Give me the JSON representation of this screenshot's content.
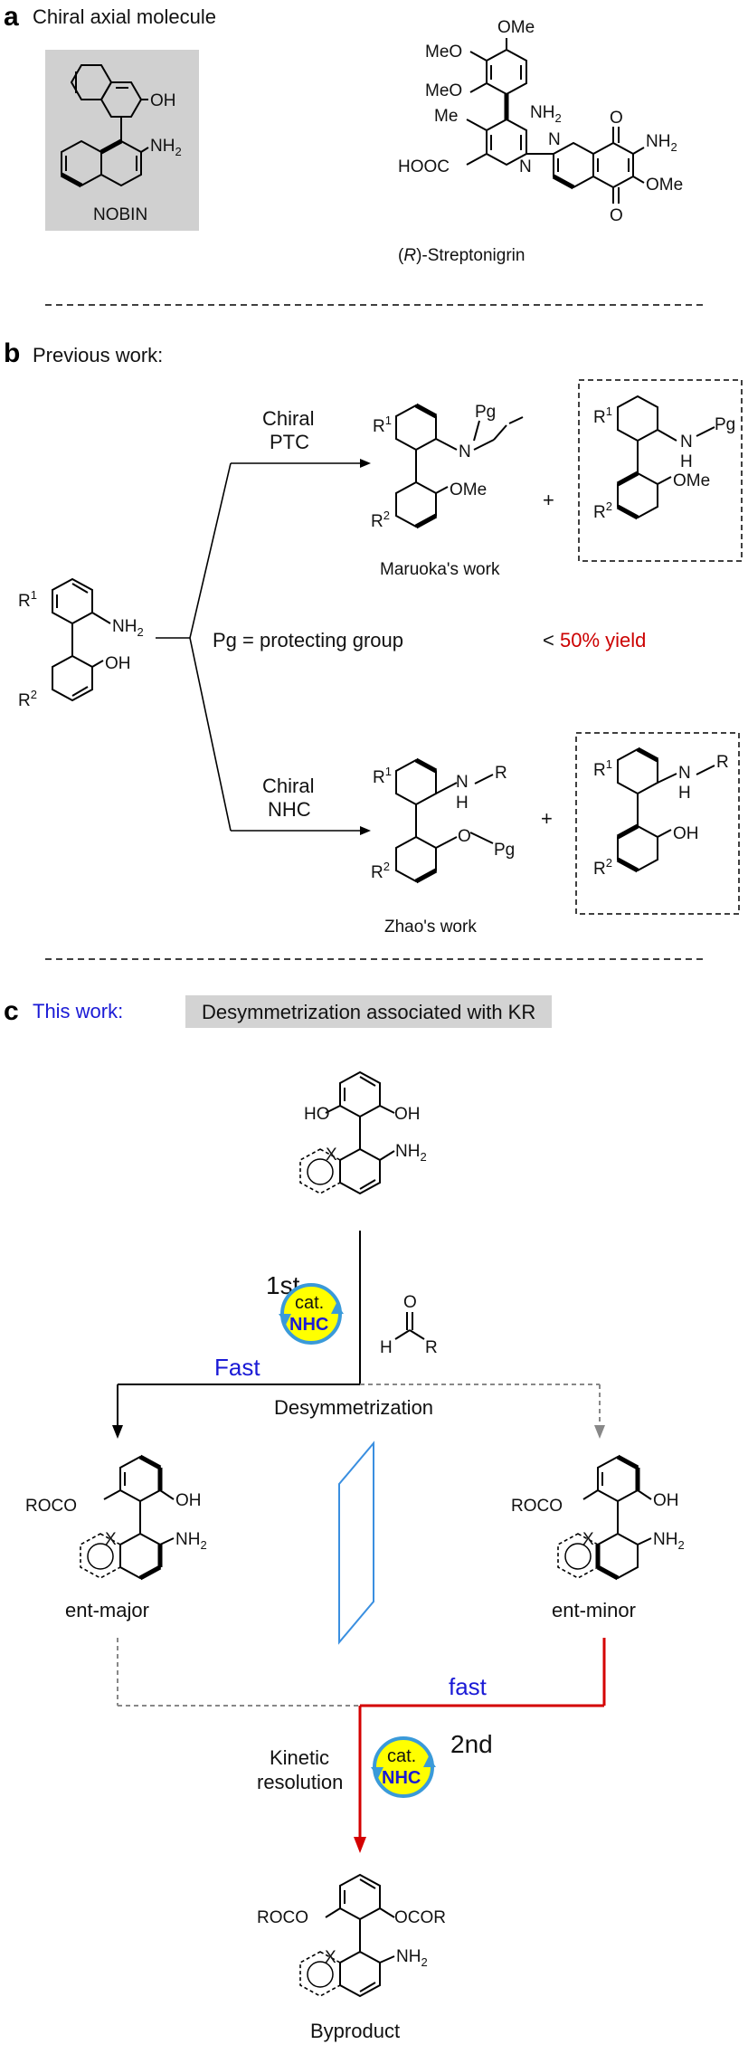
{
  "panel_a": {
    "letter": "a",
    "title": "Chiral axial molecule",
    "nobin": {
      "name": "NOBIN",
      "oh": "OH",
      "nh2": "NH2"
    },
    "streptonigrin": {
      "name_prefix": "(",
      "name_italic": "R",
      "name_suffix": ")-Streptonigrin",
      "ome": "OMe",
      "meo": "MeO",
      "me": "Me",
      "nh2": "NH2",
      "hooc": "HOOC",
      "n": "N",
      "o": "O"
    }
  },
  "panel_b": {
    "letter": "b",
    "title": "Previous work:",
    "reagent_top_line1": "Chiral",
    "reagent_top_line2": "PTC",
    "reagent_bottom_line1": "Chiral",
    "reagent_bottom_line2": "NHC",
    "pg_definition": "Pg = protecting group",
    "yield_prefix": "< ",
    "yield_value": "50% yield",
    "maruoka_caption": "Maruoka's work",
    "zhao_caption": "Zhao's work",
    "plus": "+",
    "labels": {
      "r1": "R",
      "r2": "R",
      "sup1": "1",
      "sup2": "2",
      "nh2": "NH",
      "sub2": "2",
      "oh": "OH",
      "ome": "OMe",
      "pg": "Pg",
      "n": "N",
      "nh": "NH",
      "h": "H",
      "o": "O",
      "r": "R"
    }
  },
  "panel_c": {
    "letter": "c",
    "title": "This work:",
    "banner": "Desymmetrization associated with KR",
    "first_step": "1st",
    "second_step": "2nd",
    "cat_line1": "cat.",
    "cat_line2": "NHC",
    "fast_major": "Fast",
    "fast_minor": "fast",
    "desymmetrization": "Desymmetrization",
    "kinetic_line1": "Kinetic",
    "kinetic_line2": "resolution",
    "ent_major": "ent-major",
    "ent_minor": "ent-minor",
    "byproduct": "Byproduct",
    "labels": {
      "ho": "HO",
      "oh": "OH",
      "nh": "NH",
      "sub2": "2",
      "x": "X",
      "roco": "ROCO",
      "ocor": "OCOR",
      "h": "H",
      "r": "R",
      "o": "O"
    }
  },
  "colors": {
    "accent_red": "#cc0000",
    "accent_blue": "#1a1ad6",
    "catalyst_fill": "#ffff00",
    "catalyst_ring": "#3a9ad9",
    "mirror_blue": "#3a8fe0",
    "banner_gray": "#d3d3d3",
    "nobin_box_gray": "#d0d0d0",
    "dashed_gray": "#888888",
    "kr_red": "#d40000"
  }
}
